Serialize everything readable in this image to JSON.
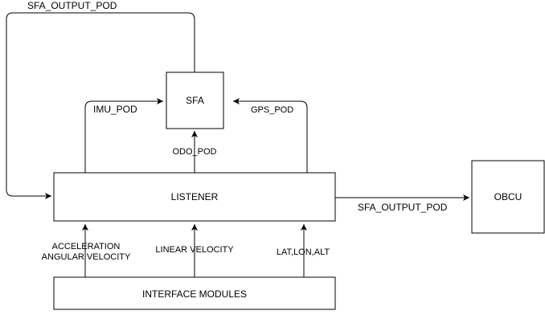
{
  "nodes": {
    "sfa": "SFA",
    "listener": "LISTENER",
    "obcu": "OBCU",
    "interface": "INTERFACE MODULES"
  },
  "edges": {
    "sfa_output_top": "SFA_OUTPUT_POD",
    "imu": "IMU_POD",
    "gps": "GPS_POD",
    "odo": "ODO_POD",
    "sfa_output_right": "SFA_OUTPUT_POD",
    "accel_line1": "ACCELERATION",
    "accel_line2": "ANGULAR VELOCITY",
    "linear_velocity": "LINEAR VELOCITY",
    "latlonalt": "LAT,LON,ALT"
  }
}
